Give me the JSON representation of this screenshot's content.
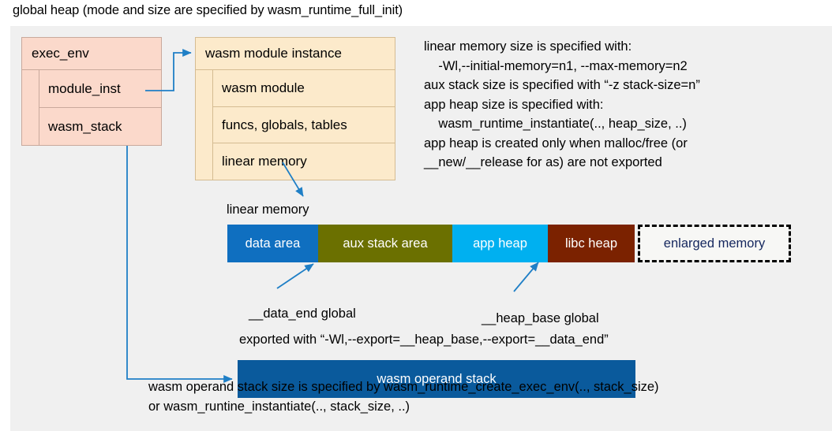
{
  "title": "global heap (mode and size are specified by wasm_runtime_full_init)",
  "colors": {
    "canvas_background": "#f0f0f0",
    "exec_env_fill": "#fbd9cb",
    "module_instance_fill": "#fceacb",
    "connector": "#1f7fc6",
    "data_area": "#0f6fc0",
    "aux_stack_area": "#6b7000",
    "app_heap": "#00b0f0",
    "libc_heap": "#7b2200",
    "enlarged_memory_fill": "#f7f7f5",
    "enlarged_memory_text": "#15275e",
    "operand_stack": "#0a5a9c"
  },
  "exec_env_box": {
    "header": "exec_env",
    "rows": [
      {
        "label": "module_inst"
      },
      {
        "label": "wasm_stack"
      }
    ]
  },
  "module_instance_box": {
    "header": "wasm module instance",
    "rows": [
      {
        "label": "wasm module"
      },
      {
        "label": "funcs, globals, tables"
      },
      {
        "label": "linear memory"
      }
    ]
  },
  "notes_right": "linear memory size is specified with:\n    -Wl,--initial-memory=n1, --max-memory=n2\naux stack size is specified with “-z stack-size=n”\napp heap size is specified with:\n    wasm_runtime_instantiate(.., heap_size, ..)\napp heap is created only when malloc/free (or\n__new/__release for as) are not exported",
  "linear_memory": {
    "label": "linear memory",
    "segments": [
      {
        "label": "data area",
        "color": "#0f6fc0",
        "width": 115
      },
      {
        "label": "aux stack area",
        "color": "#6b7000",
        "width": 170
      },
      {
        "label": "app heap",
        "color": "#00b0f0",
        "width": 121
      },
      {
        "label": "libc heap",
        "color": "#7b2200",
        "width": 110
      },
      {
        "label": "enlarged memory",
        "color": "#f7f7f5",
        "width": 194
      }
    ]
  },
  "annotations": {
    "data_end": "__data_end global",
    "heap_base": "__heap_base global",
    "exported_with": "exported with “-Wl,--export=__heap_base,--export=__data_end”"
  },
  "operand_stack": {
    "label": "wasm operand stack",
    "note": "wasm operand stack size is specified by wasm_runtime_create_exec_env(.., stack_size)\nor wasm_runtine_instantiate(.., stack_size, ..)"
  }
}
